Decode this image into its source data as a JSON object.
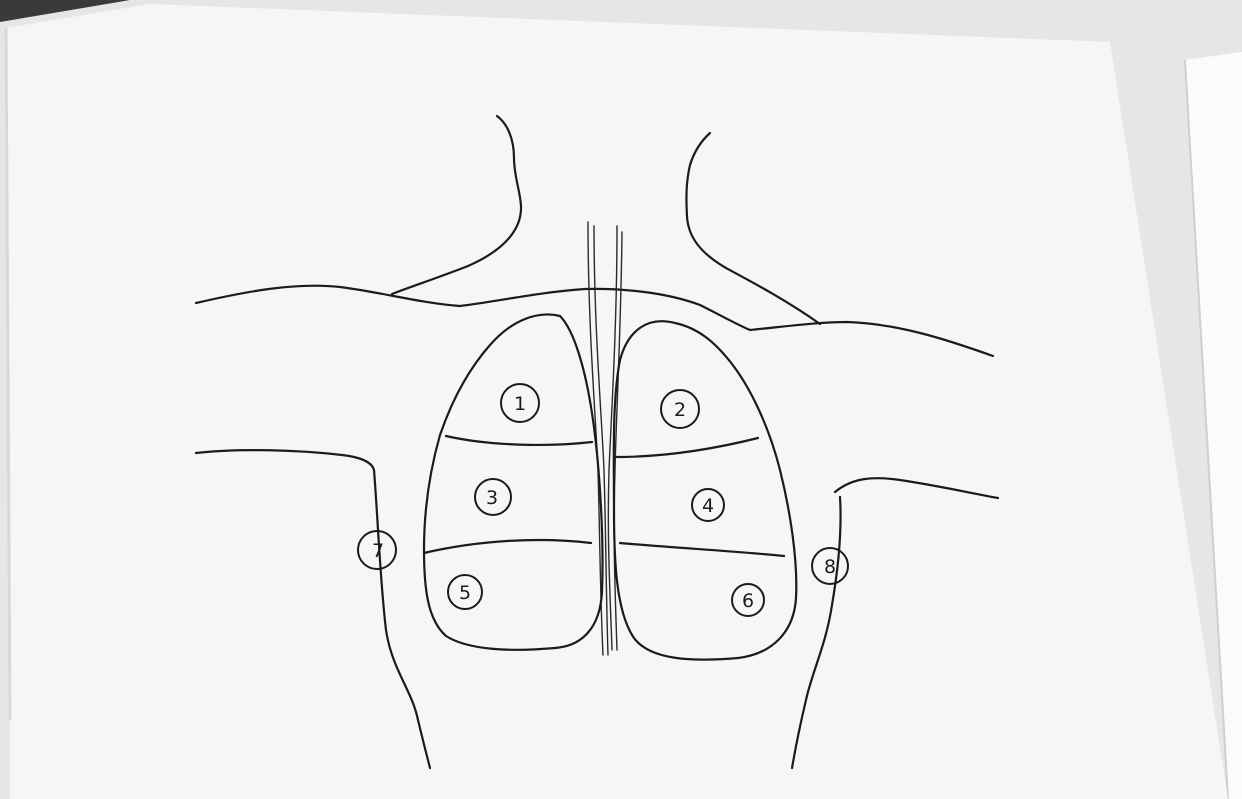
{
  "colors": {
    "paper": "#f7f7f7",
    "paper_shadow": "#e2e2e2",
    "ink": "#1b1b1b",
    "dark_corner": "#3a3a3a"
  },
  "zones": [
    {
      "id": "zone-1",
      "label": "1"
    },
    {
      "id": "zone-2",
      "label": "2"
    },
    {
      "id": "zone-3",
      "label": "3"
    },
    {
      "id": "zone-4",
      "label": "4"
    },
    {
      "id": "zone-5",
      "label": "5"
    },
    {
      "id": "zone-6",
      "label": "6"
    },
    {
      "id": "zone-7",
      "label": "7"
    },
    {
      "id": "zone-8",
      "label": "8"
    }
  ]
}
